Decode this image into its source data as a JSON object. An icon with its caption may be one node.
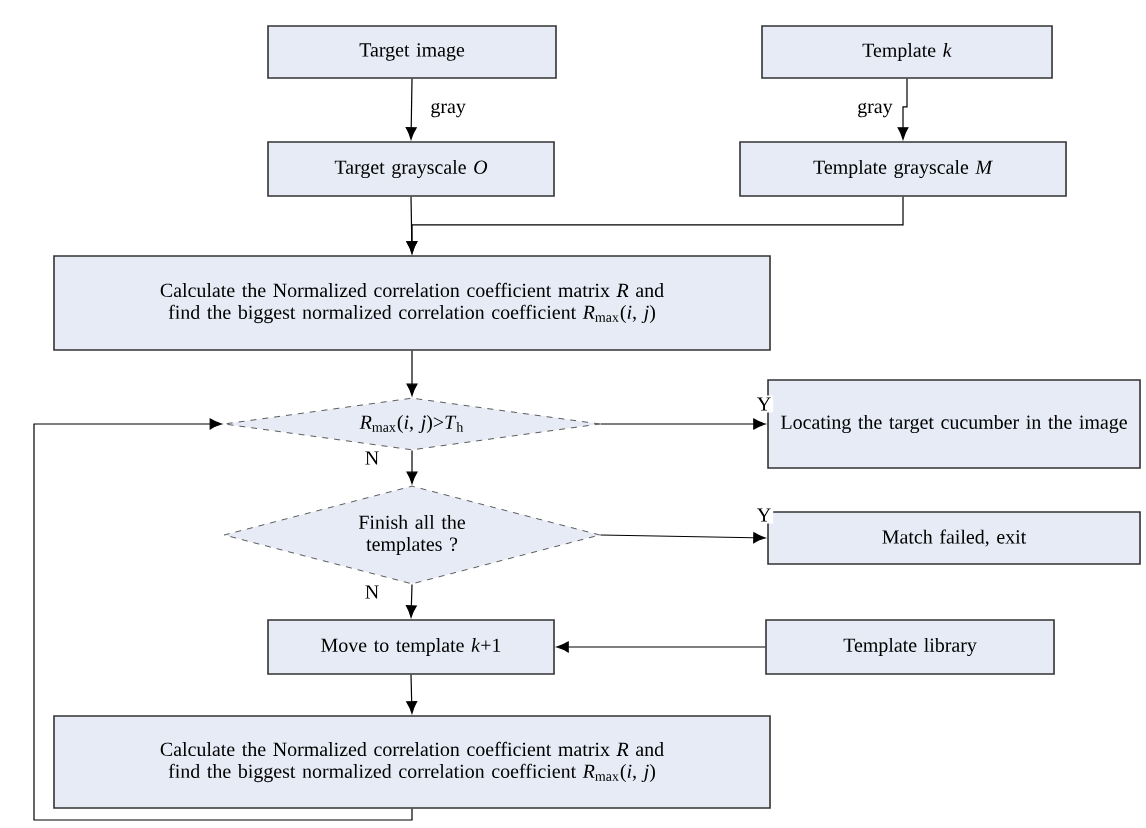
{
  "diagram": {
    "nodes": [
      {
        "text": [
          "Target image"
        ]
      },
      {
        "text": [
          "Template *k*"
        ]
      },
      {
        "text": [
          "Target grayscale *O*"
        ]
      },
      {
        "text": [
          "Template grayscale *M*"
        ]
      },
      {
        "text": [
          "Calculate the Normalized correlation coefficient matrix *R* and find the biggest normalized correlation coefficient *R*$_{max}$(*i*, *j*)"
        ]
      },
      {
        "text": [
          "*R*$_{max}$(*i*, *j*)>*T*$_{h}$"
        ]
      },
      {
        "text": [
          "Locating the target cucumber in the image"
        ]
      },
      {
        "text": [
          "Finish all the templates ?"
        ]
      },
      {
        "text": [
          "Match failed, exit"
        ]
      },
      {
        "text": [
          "Move to template *k*+1"
        ]
      },
      {
        "text": [
          "Template library"
        ]
      },
      {
        "text": [
          "Calculate the Normalized correlation coefficient matrix *R* and find the biggest normalized correlation coefficient *R*$_{max}$(*i*, *j*)"
        ]
      }
    ],
    "edges": [
      {
        "from": 0,
        "to": 2,
        "arrow": "to",
        "label": "gray"
      },
      {
        "from": 1,
        "to": 3,
        "arrow": "to",
        "label": "gray"
      },
      {
        "from": 2,
        "to": 4,
        "arrow": "to"
      },
      {
        "from": 3,
        "to": 4,
        "arrow": "to"
      },
      {
        "from": 4,
        "to": 5,
        "arrow": "to"
      },
      {
        "from": 5,
        "to": 6,
        "arrow": "to",
        "label": "Y"
      },
      {
        "from": 5,
        "to": 7,
        "arrow": "to",
        "label": "N"
      },
      {
        "from": 7,
        "to": 8,
        "arrow": "to",
        "label": "Y"
      },
      {
        "from": 7,
        "to": 9,
        "arrow": "to",
        "label": "N"
      },
      {
        "from": 10,
        "to": 9,
        "arrow": "to"
      },
      {
        "from": 9,
        "to": 11,
        "arrow": "to"
      },
      {
        "from": 11,
        "to": 5,
        "arrow": "to"
      }
    ]
  }
}
